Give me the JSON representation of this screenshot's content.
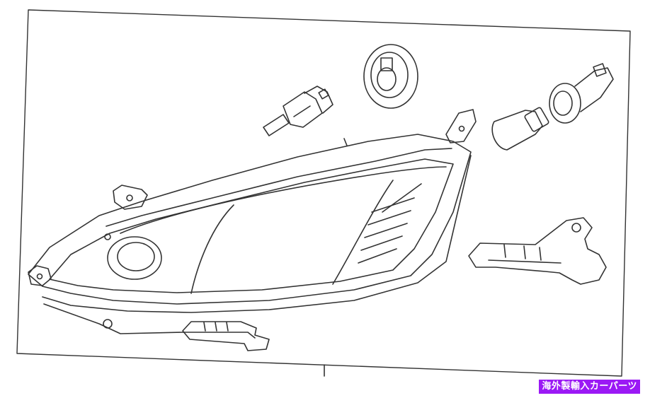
{
  "diagram": {
    "parts": [
      {
        "name": "headlamp-assembly"
      },
      {
        "name": "headlamp-bulb"
      },
      {
        "name": "bulb-socket-cap"
      },
      {
        "name": "turn-signal-bulb"
      },
      {
        "name": "bulb-socket"
      },
      {
        "name": "bracket-clip"
      },
      {
        "name": "mounting-tab"
      }
    ]
  },
  "watermark": {
    "text": "海外製輸入カーパーツ",
    "background": "#9b19f5",
    "color": "#ffffff"
  }
}
